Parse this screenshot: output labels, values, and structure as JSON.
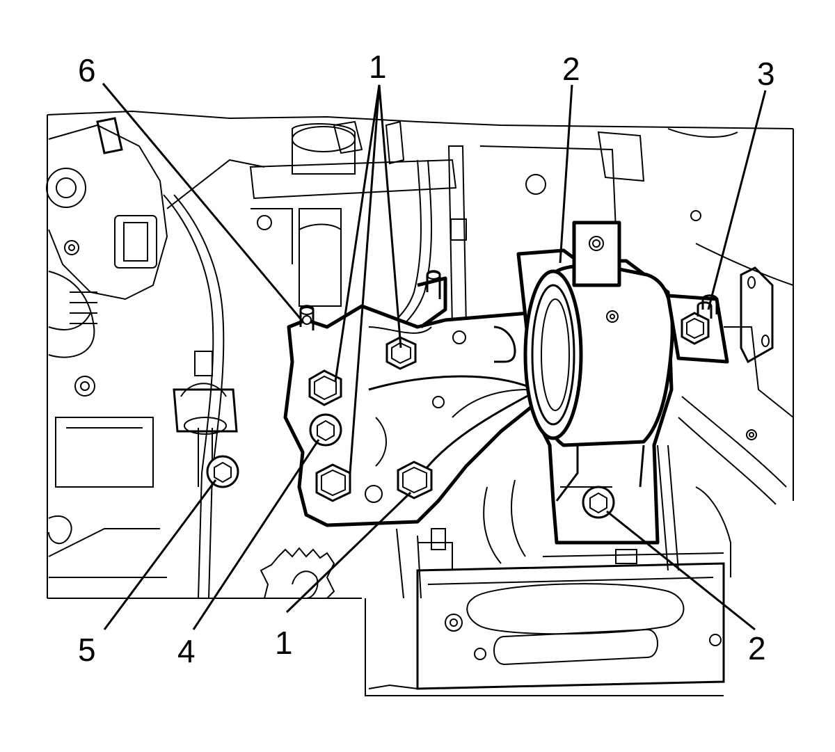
{
  "callouts": [
    {
      "id": "label-6",
      "text": "6"
    },
    {
      "id": "label-1-top",
      "text": "1"
    },
    {
      "id": "label-2-top",
      "text": "2"
    },
    {
      "id": "label-3",
      "text": "3"
    },
    {
      "id": "label-5",
      "text": "5"
    },
    {
      "id": "label-4",
      "text": "4"
    },
    {
      "id": "label-1-bottom",
      "text": "1"
    },
    {
      "id": "label-2-bottom",
      "text": "2"
    }
  ]
}
